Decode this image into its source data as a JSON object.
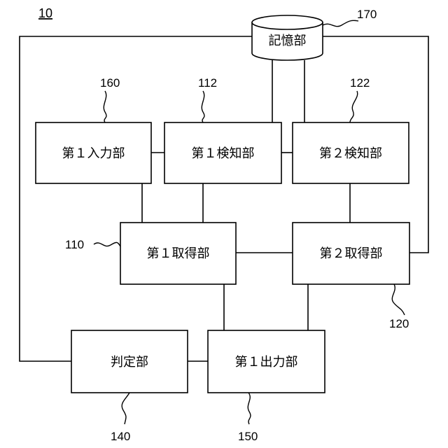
{
  "figure": {
    "label": "10"
  },
  "blocks": {
    "storage": {
      "label": "記憶部",
      "ref": "170"
    },
    "input1": {
      "label": "第１入力部",
      "ref": "160"
    },
    "detect1": {
      "label": "第１検知部",
      "ref": "112"
    },
    "detect2": {
      "label": "第２検知部",
      "ref": "122"
    },
    "acquire1": {
      "label": "第１取得部",
      "ref": "110"
    },
    "acquire2": {
      "label": "第２取得部",
      "ref": "120"
    },
    "judge": {
      "label": "判定部",
      "ref": "140"
    },
    "output1": {
      "label": "第１出力部",
      "ref": "150"
    }
  }
}
